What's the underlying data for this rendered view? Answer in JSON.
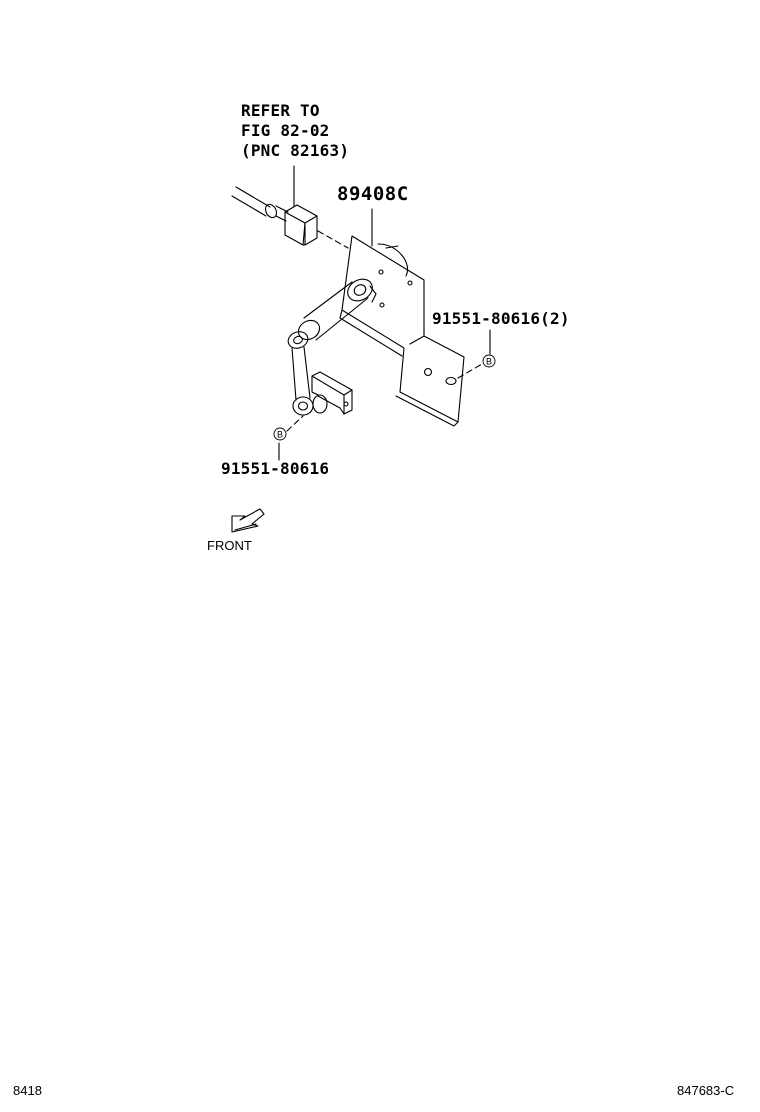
{
  "refer": {
    "line1": "REFER TO",
    "line2": "FIG 82-02",
    "line3": "(PNC 82163)"
  },
  "parts": {
    "sensor_part": "89408C",
    "bolt_upper": "91551-80616(2)",
    "bolt_lower": "91551-80616"
  },
  "markers": {
    "bolt_symbol": "B"
  },
  "orientation": {
    "front_label": "FRONT"
  },
  "footer": {
    "left_code": "8418",
    "right_code": "847683-C"
  }
}
